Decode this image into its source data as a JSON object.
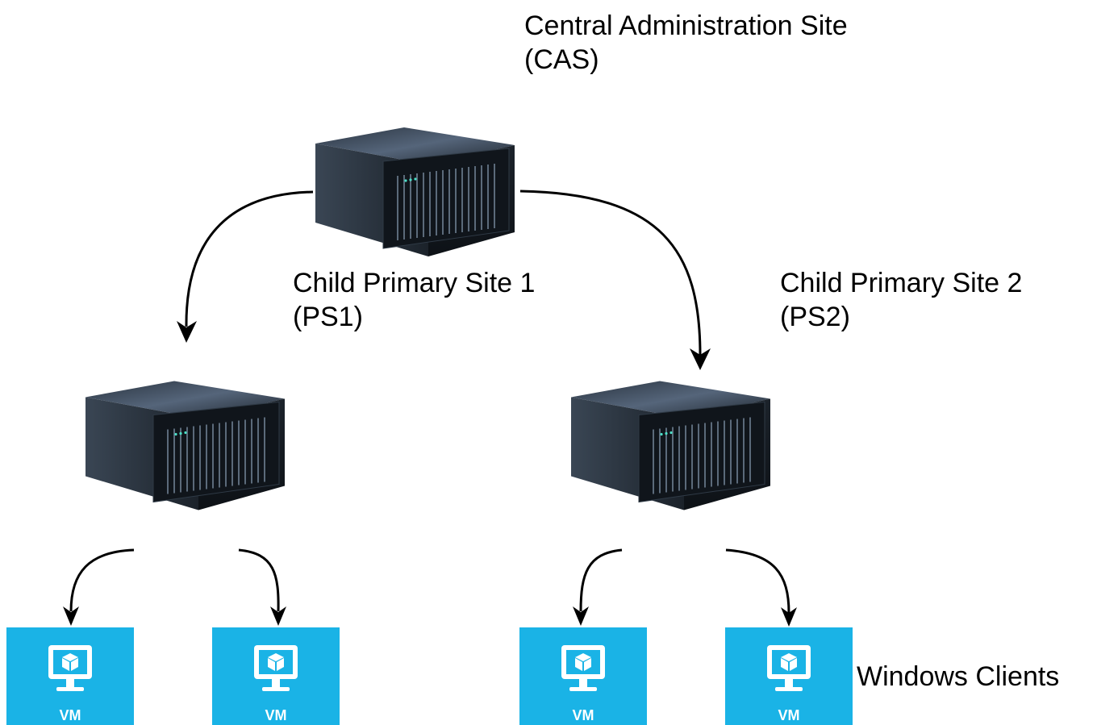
{
  "nodes": {
    "cas": {
      "line1": "Central Administration Site",
      "line2": "(CAS)"
    },
    "ps1": {
      "line1": "Child Primary Site 1",
      "line2": "(PS1)"
    },
    "ps2": {
      "line1": "Child Primary Site 2",
      "line2": "(PS2)"
    }
  },
  "clients": {
    "label": "Windows Clients",
    "vm_label": "VM",
    "count": 4
  },
  "colors": {
    "vm_tile": "#1ab3e6",
    "arrow": "#000000",
    "text": "#000000"
  },
  "icons": [
    "server-icon",
    "vm-monitor-icon",
    "cube-icon",
    "arrow-icon"
  ]
}
